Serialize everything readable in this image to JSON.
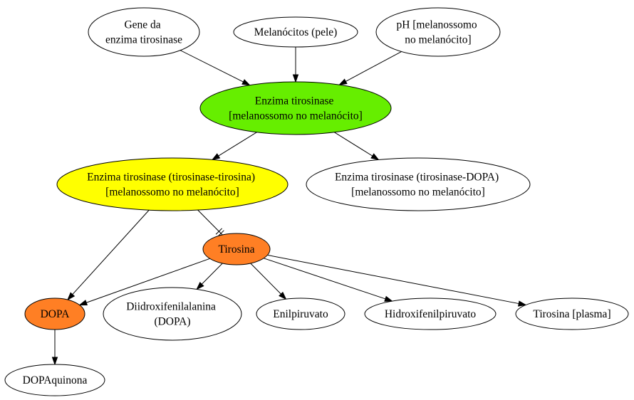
{
  "colors": {
    "green": "#66ee00",
    "yellow": "#ffff00",
    "orange": "#ff7f24",
    "white": "#ffffff"
  },
  "nodes": {
    "gene": {
      "lines": [
        "Gene da",
        "enzima tirosinase"
      ],
      "fill": "white"
    },
    "melanocitos": {
      "lines": [
        "Melanócitos (pele)"
      ],
      "fill": "white"
    },
    "ph": {
      "lines": [
        "pH [melanossomo",
        "no melanócito]"
      ],
      "fill": "white"
    },
    "enzima": {
      "lines": [
        "Enzima tirosinase",
        "[melanossomo no melanócito]"
      ],
      "fill": "green"
    },
    "enzima_tir": {
      "lines": [
        "Enzima tirosinase (tirosinase-tirosina)",
        "[melanossomo no melanócito]"
      ],
      "fill": "yellow"
    },
    "enzima_dopa": {
      "lines": [
        "Enzima tirosinase (tirosinase-DOPA)",
        "[melanossomo no melanócito]"
      ],
      "fill": "white"
    },
    "tirosina": {
      "lines": [
        "Tirosina"
      ],
      "fill": "orange"
    },
    "dopa": {
      "lines": [
        "DOPA"
      ],
      "fill": "orange"
    },
    "diidroxi": {
      "lines": [
        "Diidroxifenilalanina",
        "(DOPA)"
      ],
      "fill": "white"
    },
    "enilpiruvato": {
      "lines": [
        "Enilpiruvato"
      ],
      "fill": "white"
    },
    "hidroxi": {
      "lines": [
        "Hidroxifenilpiruvato"
      ],
      "fill": "white"
    },
    "tirosina_plasma": {
      "lines": [
        "Tirosina [plasma]"
      ],
      "fill": "white"
    },
    "dopaquinona": {
      "lines": [
        "DOPAquinona"
      ],
      "fill": "white"
    }
  },
  "edges": [
    {
      "from": "gene",
      "to": "enzima",
      "type": "arrow"
    },
    {
      "from": "melanocitos",
      "to": "enzima",
      "type": "arrow"
    },
    {
      "from": "ph",
      "to": "enzima",
      "type": "arrow"
    },
    {
      "from": "enzima",
      "to": "enzima_tir",
      "type": "arrow"
    },
    {
      "from": "enzima",
      "to": "enzima_dopa",
      "type": "arrow"
    },
    {
      "from": "enzima_tir",
      "to": "dopa",
      "type": "arrow"
    },
    {
      "from": "enzima_tir",
      "to": "tirosina",
      "type": "inhibit"
    },
    {
      "from": "tirosina",
      "to": "dopa",
      "type": "arrow"
    },
    {
      "from": "tirosina",
      "to": "diidroxi",
      "type": "arrow"
    },
    {
      "from": "tirosina",
      "to": "enilpiruvato",
      "type": "arrow"
    },
    {
      "from": "tirosina",
      "to": "hidroxi",
      "type": "arrow"
    },
    {
      "from": "tirosina",
      "to": "tirosina_plasma",
      "type": "arrow"
    },
    {
      "from": "dopa",
      "to": "dopaquinona",
      "type": "arrow"
    }
  ]
}
